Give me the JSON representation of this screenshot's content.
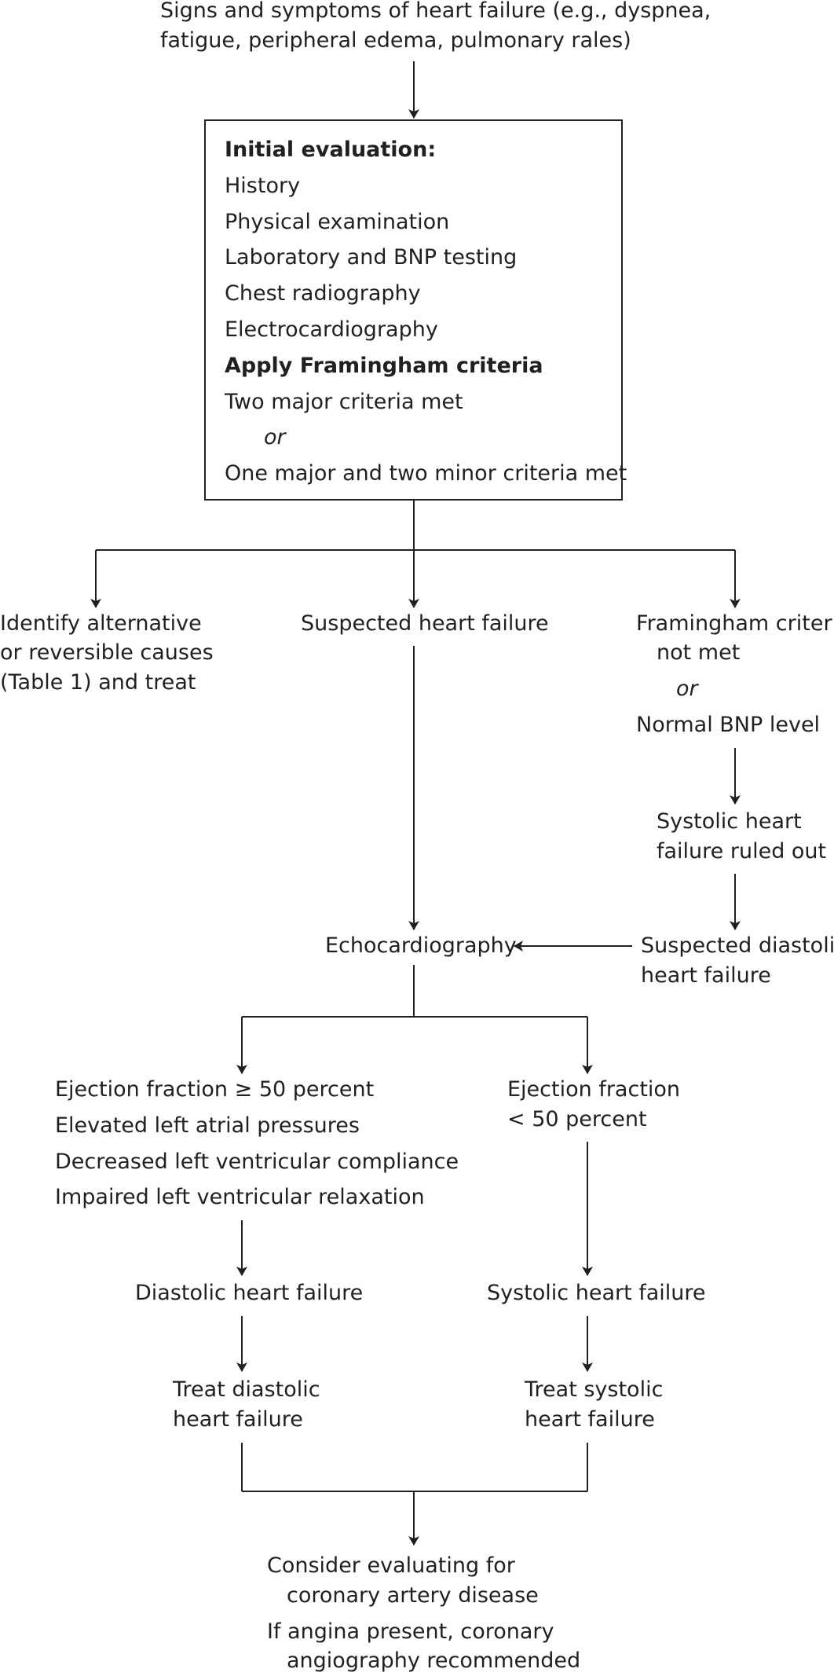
{
  "start": {
    "line1": "Signs and symptoms of heart failure (e.g., dyspnea,",
    "line2": "fatigue, peripheral edema, pulmonary rales)"
  },
  "evaluation": {
    "heading": "Initial evaluation:",
    "items": [
      "History",
      "Physical examination",
      "Laboratory and BNP testing",
      "Chest radiography",
      "Electrocardiography"
    ],
    "framingham_heading": "Apply Framingham criteria",
    "criteria1": "Two major criteria met",
    "or": "or",
    "criteria2": "One major and two minor criteria met"
  },
  "left_branch": {
    "line1": "Identify alternative",
    "line2": "or reversible causes",
    "line3": "(Table 1) and treat"
  },
  "center_branch": {
    "label": "Suspected heart failure"
  },
  "right_branch": {
    "line1": "Framingham criteria",
    "line2": "not met",
    "or": "or",
    "line3": "Normal BNP level",
    "ruled_out1": "Systolic heart",
    "ruled_out2": "failure ruled out",
    "diastolic1": "Suspected diastolic",
    "diastolic2": "heart failure"
  },
  "echo": {
    "label": "Echocardiography"
  },
  "preserved": {
    "items": [
      "Ejection fraction ≥ 50 percent",
      "Elevated left atrial pressures",
      "Decreased left ventricular compliance",
      "Impaired left ventricular relaxation"
    ],
    "diagnosis": "Diastolic heart failure",
    "treat1": "Treat diastolic",
    "treat2": "heart failure"
  },
  "reduced": {
    "line1": "Ejection fraction",
    "line2": "< 50 percent",
    "diagnosis": "Systolic heart failure",
    "treat1": "Treat systolic",
    "treat2": "heart failure"
  },
  "final": {
    "line1": "Consider evaluating for",
    "line2": "coronary artery disease",
    "line3": "If angina present, coronary",
    "line4": "angiography recommended"
  }
}
